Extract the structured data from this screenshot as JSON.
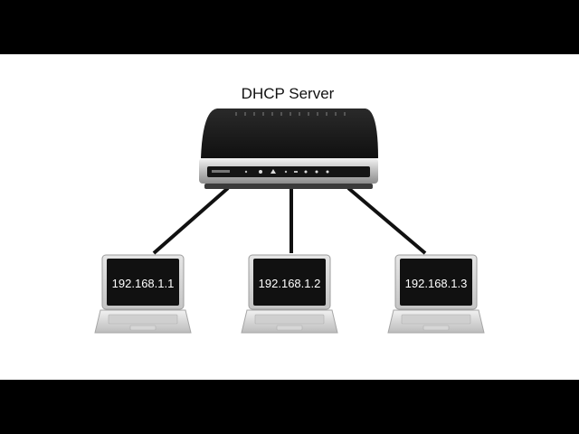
{
  "server": {
    "title": "DHCP Server"
  },
  "clients": [
    {
      "ip": "192.168.1.1"
    },
    {
      "ip": "192.168.1.2"
    },
    {
      "ip": "192.168.1.3"
    }
  ],
  "colors": {
    "background": "#000000",
    "canvas": "#ffffff",
    "router_body": "#1b1b1b",
    "laptop_body": "#d9d9d9",
    "screen": "#111111",
    "cable": "#111111"
  },
  "icons": {
    "router": "router-icon",
    "laptop": "laptop-icon"
  }
}
